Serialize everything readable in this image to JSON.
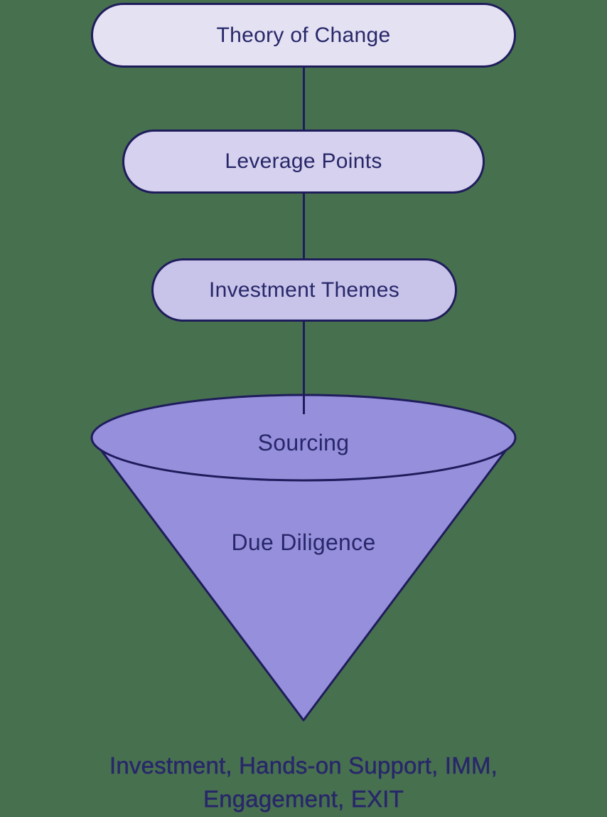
{
  "diagram": {
    "nodes": [
      {
        "label": "Theory of Change"
      },
      {
        "label": "Leverage Points"
      },
      {
        "label": "Investment Themes"
      }
    ],
    "funnel": {
      "stage1": "Sourcing",
      "stage2": "Due Diligence"
    },
    "caption": {
      "line1": "Investment, Hands-on Support, IMM,",
      "line2": "Engagement, EXIT"
    }
  },
  "colors": {
    "bg": "#47704f",
    "stroke": "#1f1c5c",
    "text": "#282769",
    "node1": "#e3e1f2",
    "node2": "#d5d1ee",
    "node3": "#c7c3e9",
    "cone": "#9690dc"
  }
}
